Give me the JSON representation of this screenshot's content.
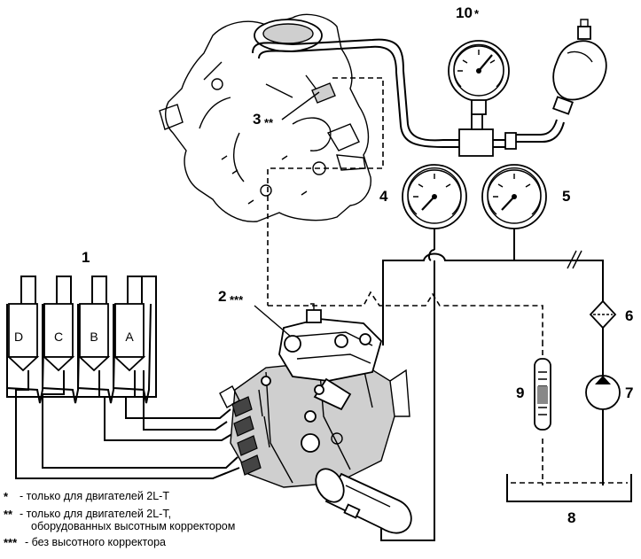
{
  "labels": {
    "l1": "1",
    "l2": "2",
    "l2_stars": "***",
    "l3": "3",
    "l3_stars": "**",
    "l4": "4",
    "l5": "5",
    "l6": "6",
    "l7": "7",
    "l8": "8",
    "l9": "9",
    "l10": "10",
    "l10_stars": "*"
  },
  "injectors": [
    "D",
    "C",
    "B",
    "A"
  ],
  "legend": [
    {
      "marker": "*",
      "text": "- только для двигателей 2L-T"
    },
    {
      "marker": "**",
      "text": "- только для двигателей 2L-T,"
    },
    {
      "marker": "",
      "text": "оборудованных высотным корректором"
    },
    {
      "marker": "***",
      "text": "- без высотного корректора"
    }
  ]
}
